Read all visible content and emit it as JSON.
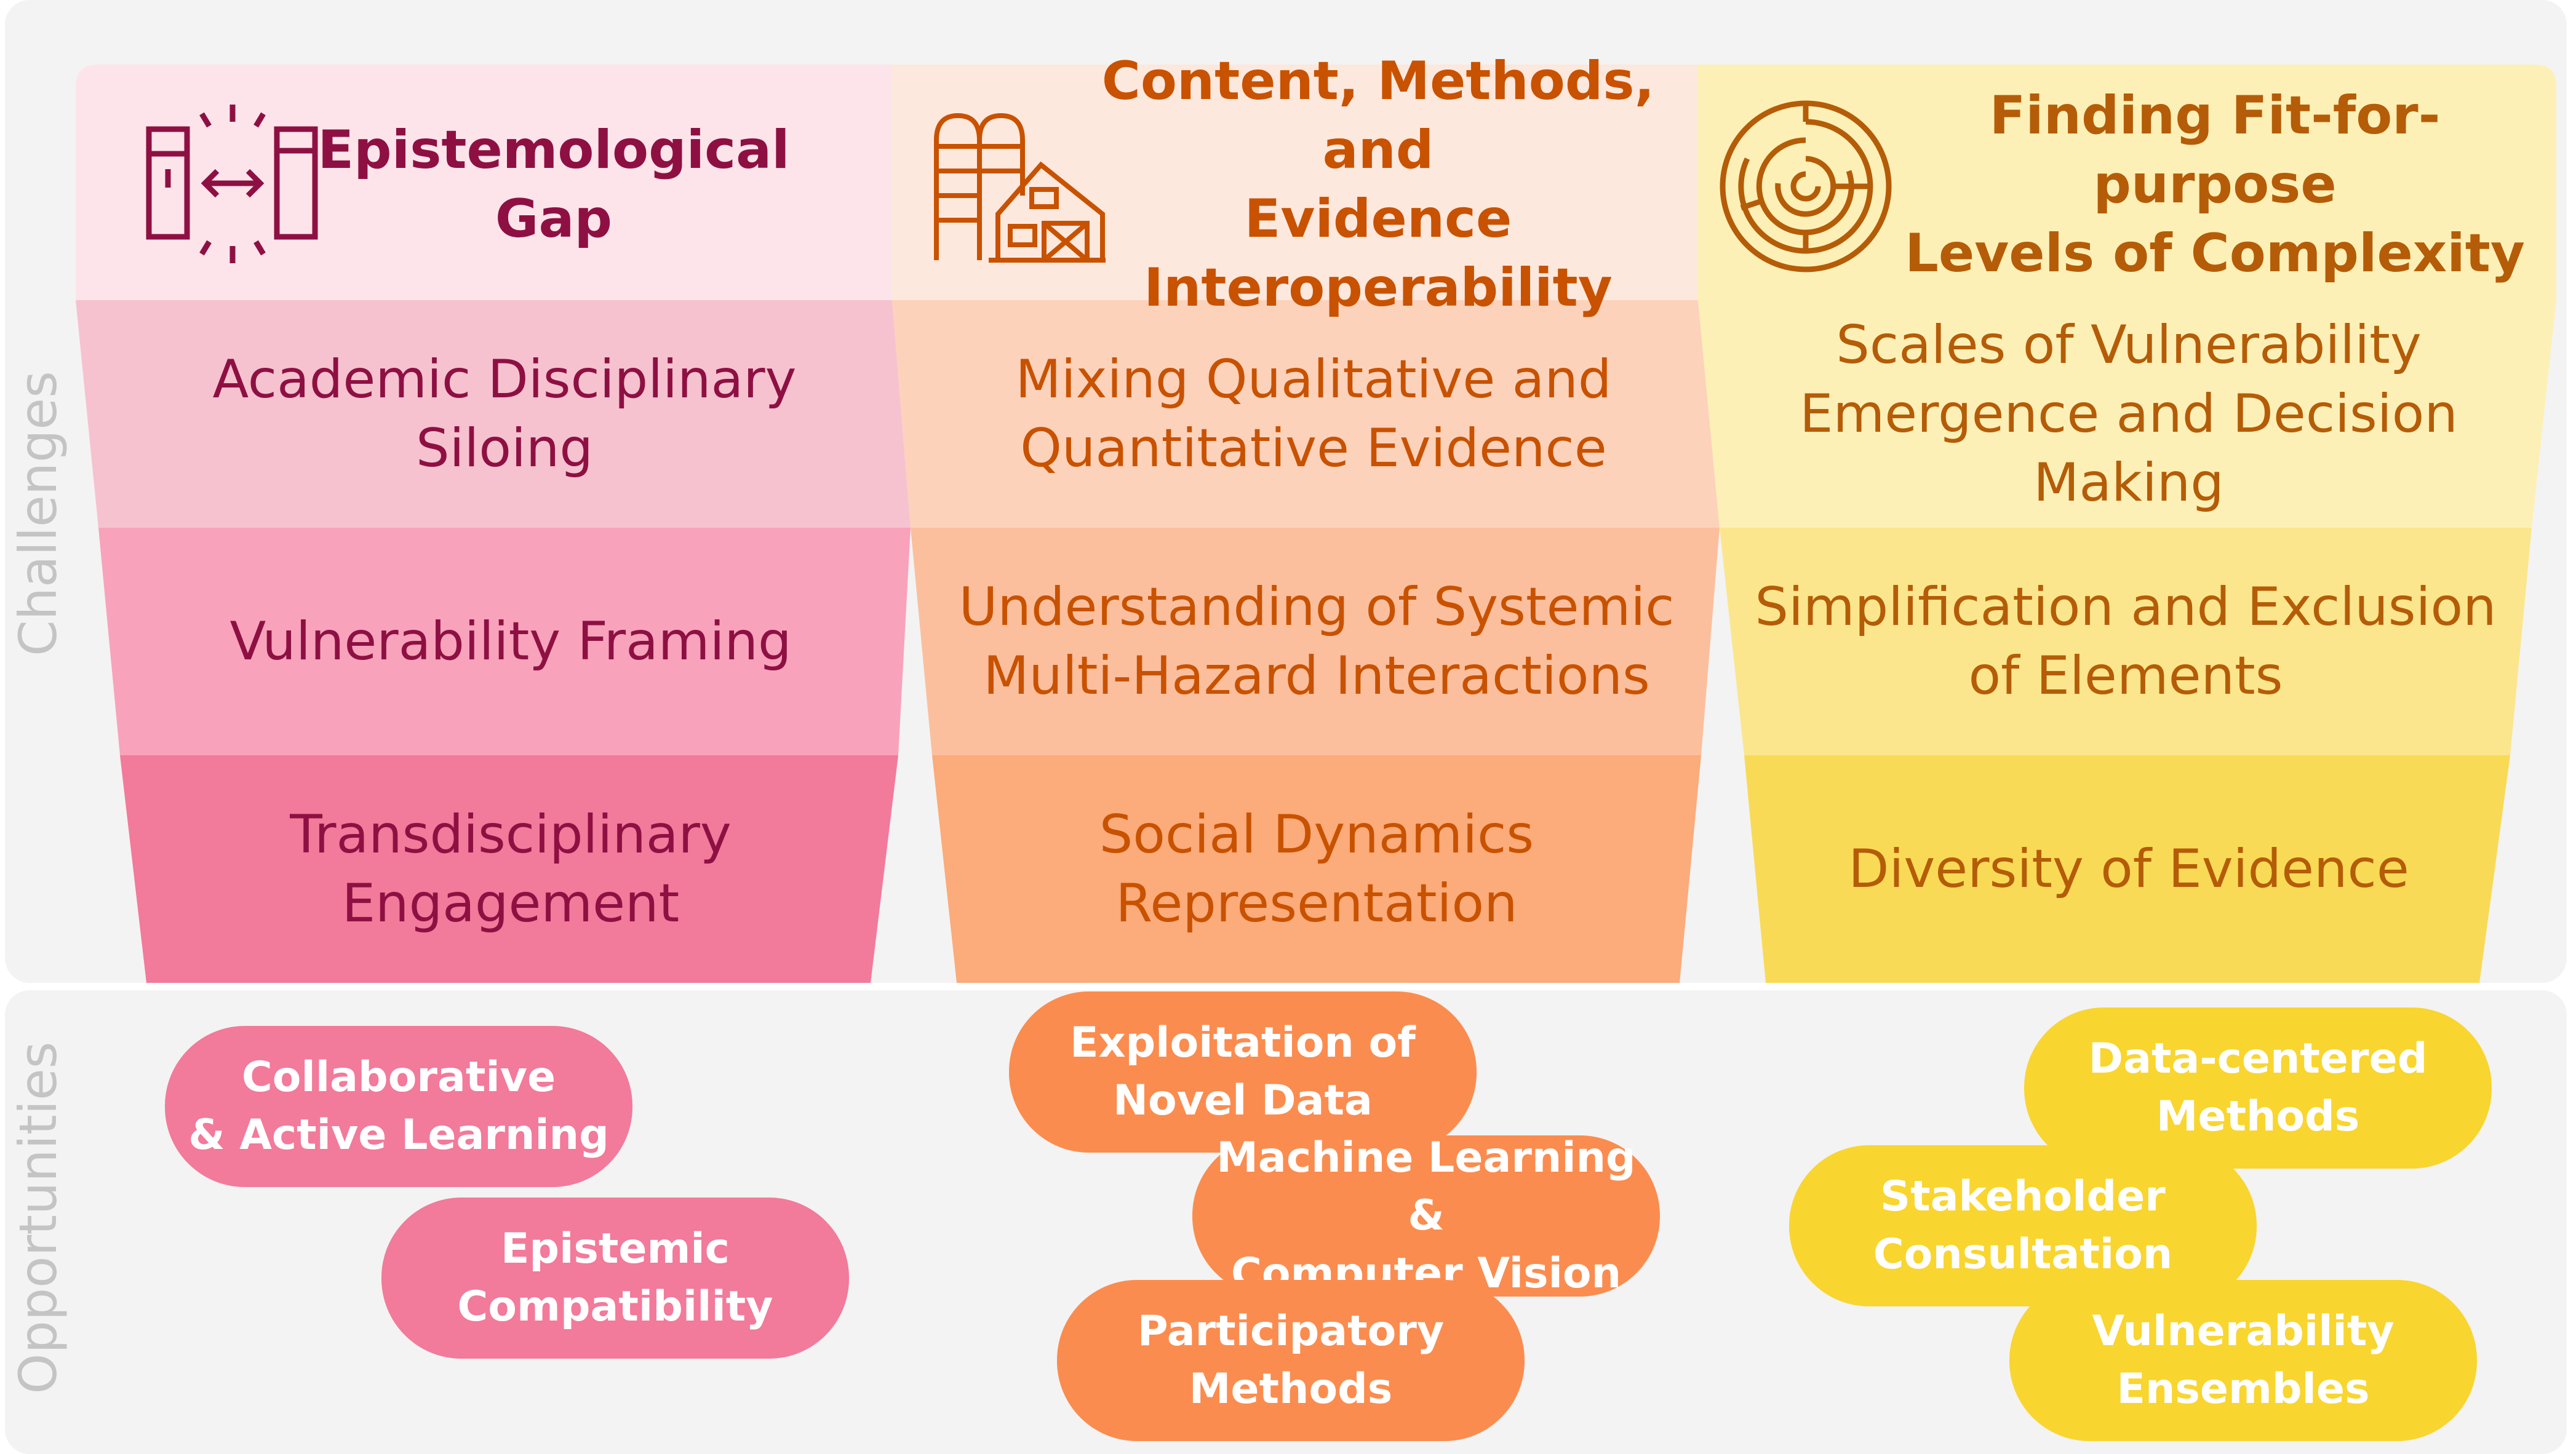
{
  "side_labels": {
    "top": "Challenges",
    "bottom": "Opportunities"
  },
  "colors": {
    "pink_header": "#fde4ea",
    "pink_1": "#f6c2cf",
    "pink_2": "#f8a3bb",
    "pink_3": "#f27a9a",
    "peach_header": "#fde8de",
    "peach_1": "#fdd2bb",
    "peach_2": "#fcbf9d",
    "peach_3": "#fcab7a",
    "yellow_header": "#fdf0b6",
    "yellow_1": "#fdf0b6",
    "yellow_2": "#fbe68d",
    "yellow_3": "#f9da56",
    "pink_text": "#8e1043",
    "orange_text": "#c85200",
    "gold_text": "#b55c08",
    "pill_pink": "#f27a9a",
    "pill_orange": "#fb8c4f",
    "pill_yellow": "#f9d52f"
  },
  "columns": [
    {
      "header": "Epistemological\nGap",
      "icon": "gap-arrows-icon",
      "rows": [
        "Academic Disciplinary\nSiloing",
        "Vulnerability Framing",
        "Transdisciplinary\nEngagement"
      ]
    },
    {
      "header": "Content, Methods, and\nEvidence\nInteroperability",
      "icon": "farm-barn-silo-icon",
      "rows": [
        "Mixing Qualitative and\nQuantitative Evidence",
        "Understanding of Systemic\nMulti-Hazard Interactions",
        "Social Dynamics\nRepresentation"
      ]
    },
    {
      "header": "Finding Fit-for-purpose\nLevels of Complexity",
      "icon": "maze-icon",
      "rows": [
        "Scales of Vulnerability\nEmergence and Decision Making",
        "Simplification and Exclusion\nof Elements",
        "Diversity of Evidence"
      ]
    }
  ],
  "opportunities": {
    "pink": [
      "Collaborative\n& Active Learning",
      "Epistemic\nCompatibility"
    ],
    "orange": [
      "Exploitation of\nNovel Data",
      "Machine Learning &\nComputer Vision",
      "Participatory\nMethods"
    ],
    "yellow": [
      "Data-centered\nMethods",
      "Stakeholder\nConsultation",
      "Vulnerability\nEnsembles"
    ]
  }
}
